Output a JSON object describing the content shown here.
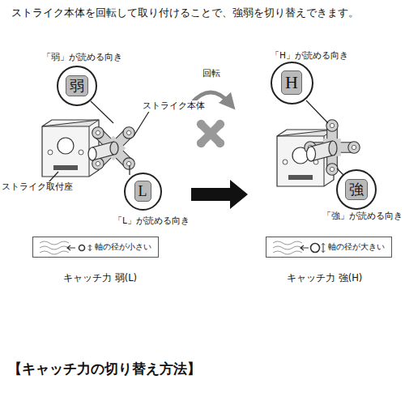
{
  "diagram": {
    "title": "ストライク本体を回転して取り付けることで、強弱を切り替えできます。",
    "caption": "【キャッチ力の切り替え方法】",
    "nodes": [
      {
        "text": [
          "弱"
        ]
      },
      {
        "text": [
          "H"
        ]
      },
      {
        "text": [
          "L"
        ]
      },
      {
        "text": [
          "強"
        ]
      },
      {
        "text": [
          "軸の径が小さい"
        ]
      },
      {
        "text": [
          "軸の径が大きい"
        ]
      }
    ],
    "labels": [
      "「弱」が読める向き",
      "「H」が読める向き",
      "回転",
      "ストライク本体",
      "ストライク取付座",
      "「L」が読める向き",
      "「強」が読める向き",
      "キャッチ力 弱(L)",
      "キャッチ力 強(H)"
    ]
  }
}
